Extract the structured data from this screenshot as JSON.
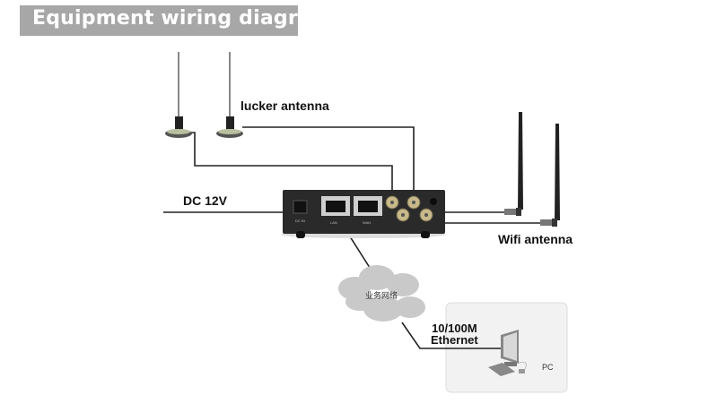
{
  "title": "Equipment wiring diagram",
  "labels": {
    "lucker_antenna": "lucker antenna",
    "dc_power": "DC 12V",
    "wifi_antenna": "Wifi antenna",
    "ethernet_line1": "10/100M",
    "ethernet_line2": "Ethernet",
    "network_cloud": "业务网络",
    "pc": "PC"
  },
  "device": {
    "ports": {
      "dc_in": "DC IN",
      "lan": "LAN",
      "wan": "WAN"
    }
  },
  "colors": {
    "title_bg": "#a7a7a7",
    "device_body": "#2a2a2a",
    "cloud": "#c9c9c9",
    "pc_panel": "#f2f2f2",
    "wire": "#222222",
    "connector_gold": "#c8b98a"
  }
}
